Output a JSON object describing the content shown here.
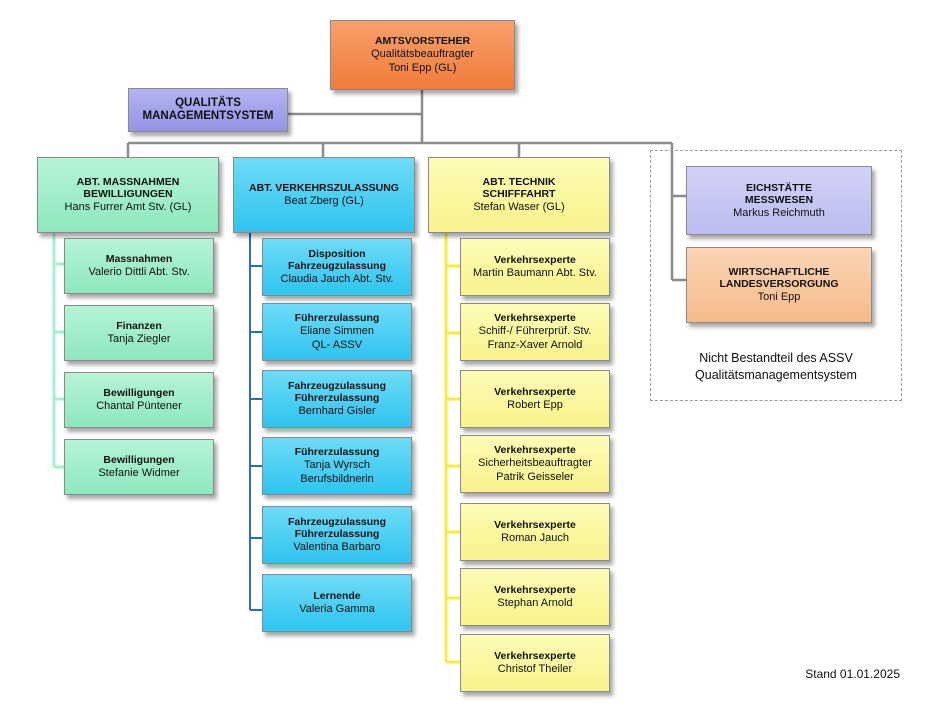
{
  "top": {
    "title": "AMTSVORSTEHER",
    "line1": "Qualitätsbeauftragter",
    "line2": "Toni Epp (GL)"
  },
  "qm": {
    "title": "QUALITÄTS\nMANAGEMENTSYSTEM"
  },
  "departments": [
    {
      "title": "ABT. MASSNAHMEN\nBEWILLIGUNGEN",
      "head": "Hans Furrer Amt Stv. (GL)",
      "units": [
        {
          "title": "Massnahmen",
          "people": "Valerio Dittli Abt. Stv."
        },
        {
          "title": "Finanzen",
          "people": "Tanja Ziegler"
        },
        {
          "title": "Bewilligungen",
          "people": "Chantal Püntener"
        },
        {
          "title": "Bewilligungen",
          "people": "Stefanie Widmer"
        }
      ]
    },
    {
      "title": "ABT. VERKEHRSZULASSUNG",
      "head": "Beat Zberg (GL)",
      "units": [
        {
          "title": "Disposition\nFahrzeugzulassung",
          "people": "Claudia Jauch Abt. Stv."
        },
        {
          "title": "Führerzulassung",
          "people": "Eliane Simmen\nQL- ASSV"
        },
        {
          "title": "Fahrzeugzulassung\nFührerzulassung",
          "people": "Bernhard Gisler"
        },
        {
          "title": "Führerzulassung",
          "people": "Tanja Wyrsch\nBerufsbildnerin"
        },
        {
          "title": "Fahrzeugzulassung\nFührerzulassung",
          "people": "Valentina Barbaro"
        },
        {
          "title": "Lernende",
          "people": "Valeria Gamma"
        }
      ]
    },
    {
      "title": "ABT. TECHNIK\nSCHIFFFAHRT",
      "head": "Stefan Waser (GL)",
      "units": [
        {
          "title": "Verkehrsexperte",
          "people": "Martin Baumann Abt. Stv."
        },
        {
          "title": "Verkehrsexperte",
          "people": "Schiff-/ Führerprüf. Stv.\nFranz-Xaver Arnold"
        },
        {
          "title": "Verkehrsexperte",
          "people": "Robert Epp"
        },
        {
          "title": "Verkehrsexperte",
          "people": "Sicherheitsbeauftragter\nPatrik Geisseler"
        },
        {
          "title": "Verkehrsexperte",
          "people": "Roman Jauch"
        },
        {
          "title": "Verkehrsexperte",
          "people": "Stephan Arnold"
        },
        {
          "title": "Verkehrsexperte",
          "people": "Christof Theiler"
        }
      ]
    }
  ],
  "external": [
    {
      "title": "EICHSTÄTTE\nMESSWESEN",
      "head": "Markus Reichmuth"
    },
    {
      "title": "WIRTSCHAFTLICHE\nLANDESVERSORGUNG",
      "head": "Toni Epp"
    }
  ],
  "note": "Nicht Bestandteil des ASSV\nQualitätsmanagementsystem",
  "stand": "Stand 01.01.2025",
  "colors": {
    "top": "#f08a4b",
    "qm": "#9c9cea",
    "dept1": "#9aeccc",
    "dept2": "#3dc8f0",
    "dept3": "#fbf6a0",
    "ext1": "#c8c8f4",
    "ext2": "#f8c79c",
    "line_grey": "#8c8c8c",
    "line_green": "#a6efcf",
    "line_blue": "#2b6fb0",
    "line_yellow": "#f5ee3c"
  }
}
